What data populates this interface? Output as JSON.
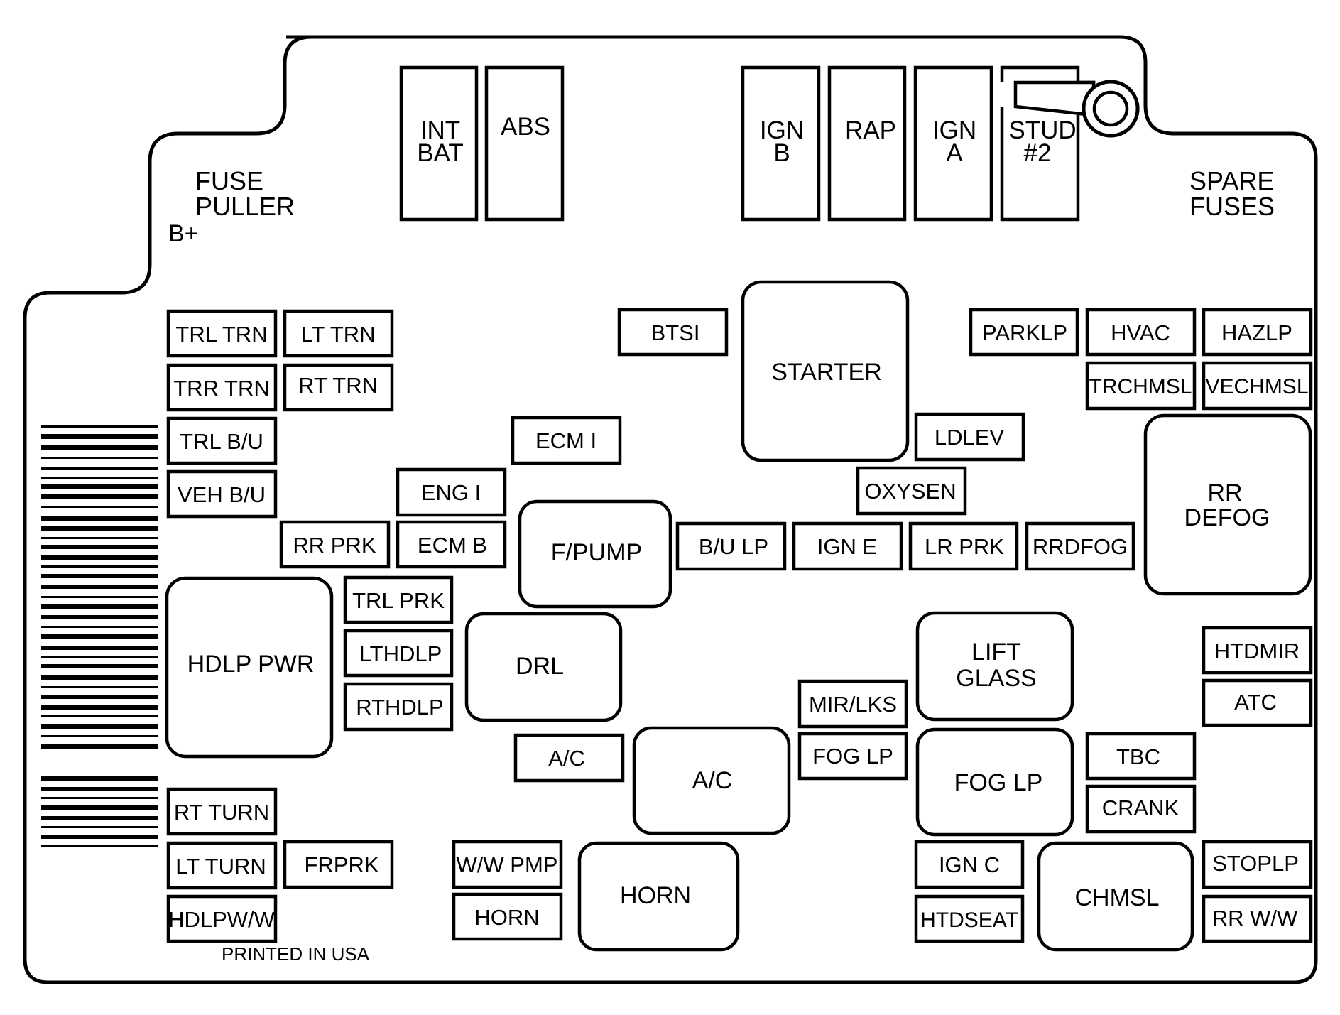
{
  "labels": {
    "fuse_puller": [
      "FUSE",
      "PULLER"
    ],
    "b_plus": "B+",
    "spare_fuses": [
      "SPARE",
      "FUSES"
    ],
    "printed": "PRINTED IN USA"
  },
  "fuses": {
    "int_bat": [
      "INT",
      "BAT"
    ],
    "abs": [
      "ABS"
    ],
    "ign_b": [
      "IGN",
      "B"
    ],
    "rap": [
      "RAP"
    ],
    "ign_a": [
      "IGN",
      "A"
    ],
    "stud2": [
      "STUD",
      "#2"
    ],
    "trl_trn": [
      "TRL TRN"
    ],
    "lt_trn": [
      "LT TRN"
    ],
    "trr_trn": [
      "TRR TRN"
    ],
    "rt_trn": [
      "RT TRN"
    ],
    "trl_bu": [
      "TRL B/U"
    ],
    "veh_bu": [
      "VEH B/U"
    ],
    "rr_prk": [
      "RR PRK"
    ],
    "btsi": [
      "BTSI"
    ],
    "ecm_i": [
      "ECM I"
    ],
    "eng_i": [
      "ENG I"
    ],
    "ecm_b": [
      "ECM B"
    ],
    "trl_prk": [
      "TRL PRK"
    ],
    "lthdlp": [
      "LTHDLP"
    ],
    "rthdlp": [
      "RTHDLP"
    ],
    "ac_small": [
      "A/C"
    ],
    "ww_pmp": [
      "W/W PMP"
    ],
    "horn_small": [
      "HORN"
    ],
    "rt_turn": [
      "RT TURN"
    ],
    "lt_turn": [
      "LT TURN"
    ],
    "frprk": [
      "FRPRK"
    ],
    "hdlpww": [
      "HDLPW/W"
    ],
    "bu_lp": [
      "B/U LP"
    ],
    "ign_e": [
      "IGN E"
    ],
    "lr_prk": [
      "LR PRK"
    ],
    "rrdfog": [
      "RRDFOG"
    ],
    "ldlev": [
      "LDLEV"
    ],
    "oxysen": [
      "OXYSEN"
    ],
    "parklp": [
      "PARKLP"
    ],
    "hvac": [
      "HVAC"
    ],
    "hazlp": [
      "HAZLP"
    ],
    "trchmsl": [
      "TRCHMSL"
    ],
    "vechmsl": [
      "VECHMSL"
    ],
    "mir_lks": [
      "MIR/LKS"
    ],
    "fog_lp_small": [
      "FOG LP"
    ],
    "htdmir": [
      "HTDMIR"
    ],
    "atc": [
      "ATC"
    ],
    "tbc": [
      "TBC"
    ],
    "crank": [
      "CRANK"
    ],
    "ign_c": [
      "IGN C"
    ],
    "htdseat": [
      "HTDSEAT"
    ],
    "stoplp": [
      "STOPLP"
    ],
    "rr_ww": [
      "RR W/W"
    ]
  },
  "relays": {
    "starter": [
      "STARTER"
    ],
    "rr_defog": [
      "RR",
      "DEFOG"
    ],
    "f_pump": [
      "F/PUMP"
    ],
    "hdlp_pwr": [
      "HDLP PWR"
    ],
    "drl": [
      "DRL"
    ],
    "lift_glass": [
      "LIFT",
      "GLASS"
    ],
    "ac_relay": [
      "A/C"
    ],
    "fog_lp_relay": [
      "FOG LP"
    ],
    "horn_relay": [
      "HORN"
    ],
    "chmsl": [
      "CHMSL"
    ]
  }
}
